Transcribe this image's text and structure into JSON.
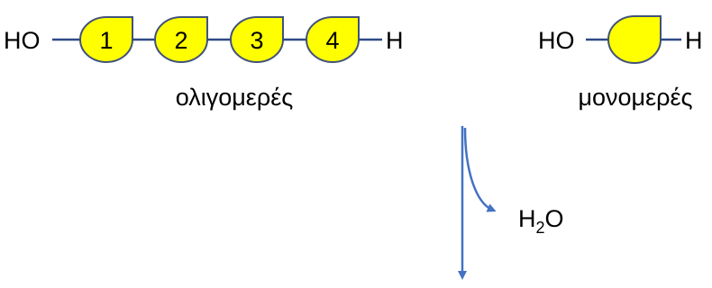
{
  "colors": {
    "monomer_fill": "#ffff00",
    "outline": "#41527a",
    "bond": "#2f4a86",
    "arrow": "#4472c4",
    "text": "#000000"
  },
  "oligomer": {
    "left_group": "HO",
    "right_group": "H",
    "units": [
      "1",
      "2",
      "3",
      "4"
    ],
    "caption": "ολιγομερές"
  },
  "monomer": {
    "left_group": "HO",
    "right_group": "H",
    "caption": "μονομερές"
  },
  "reaction": {
    "byproduct_main": "H",
    "byproduct_sub": "2",
    "byproduct_tail": "O"
  }
}
